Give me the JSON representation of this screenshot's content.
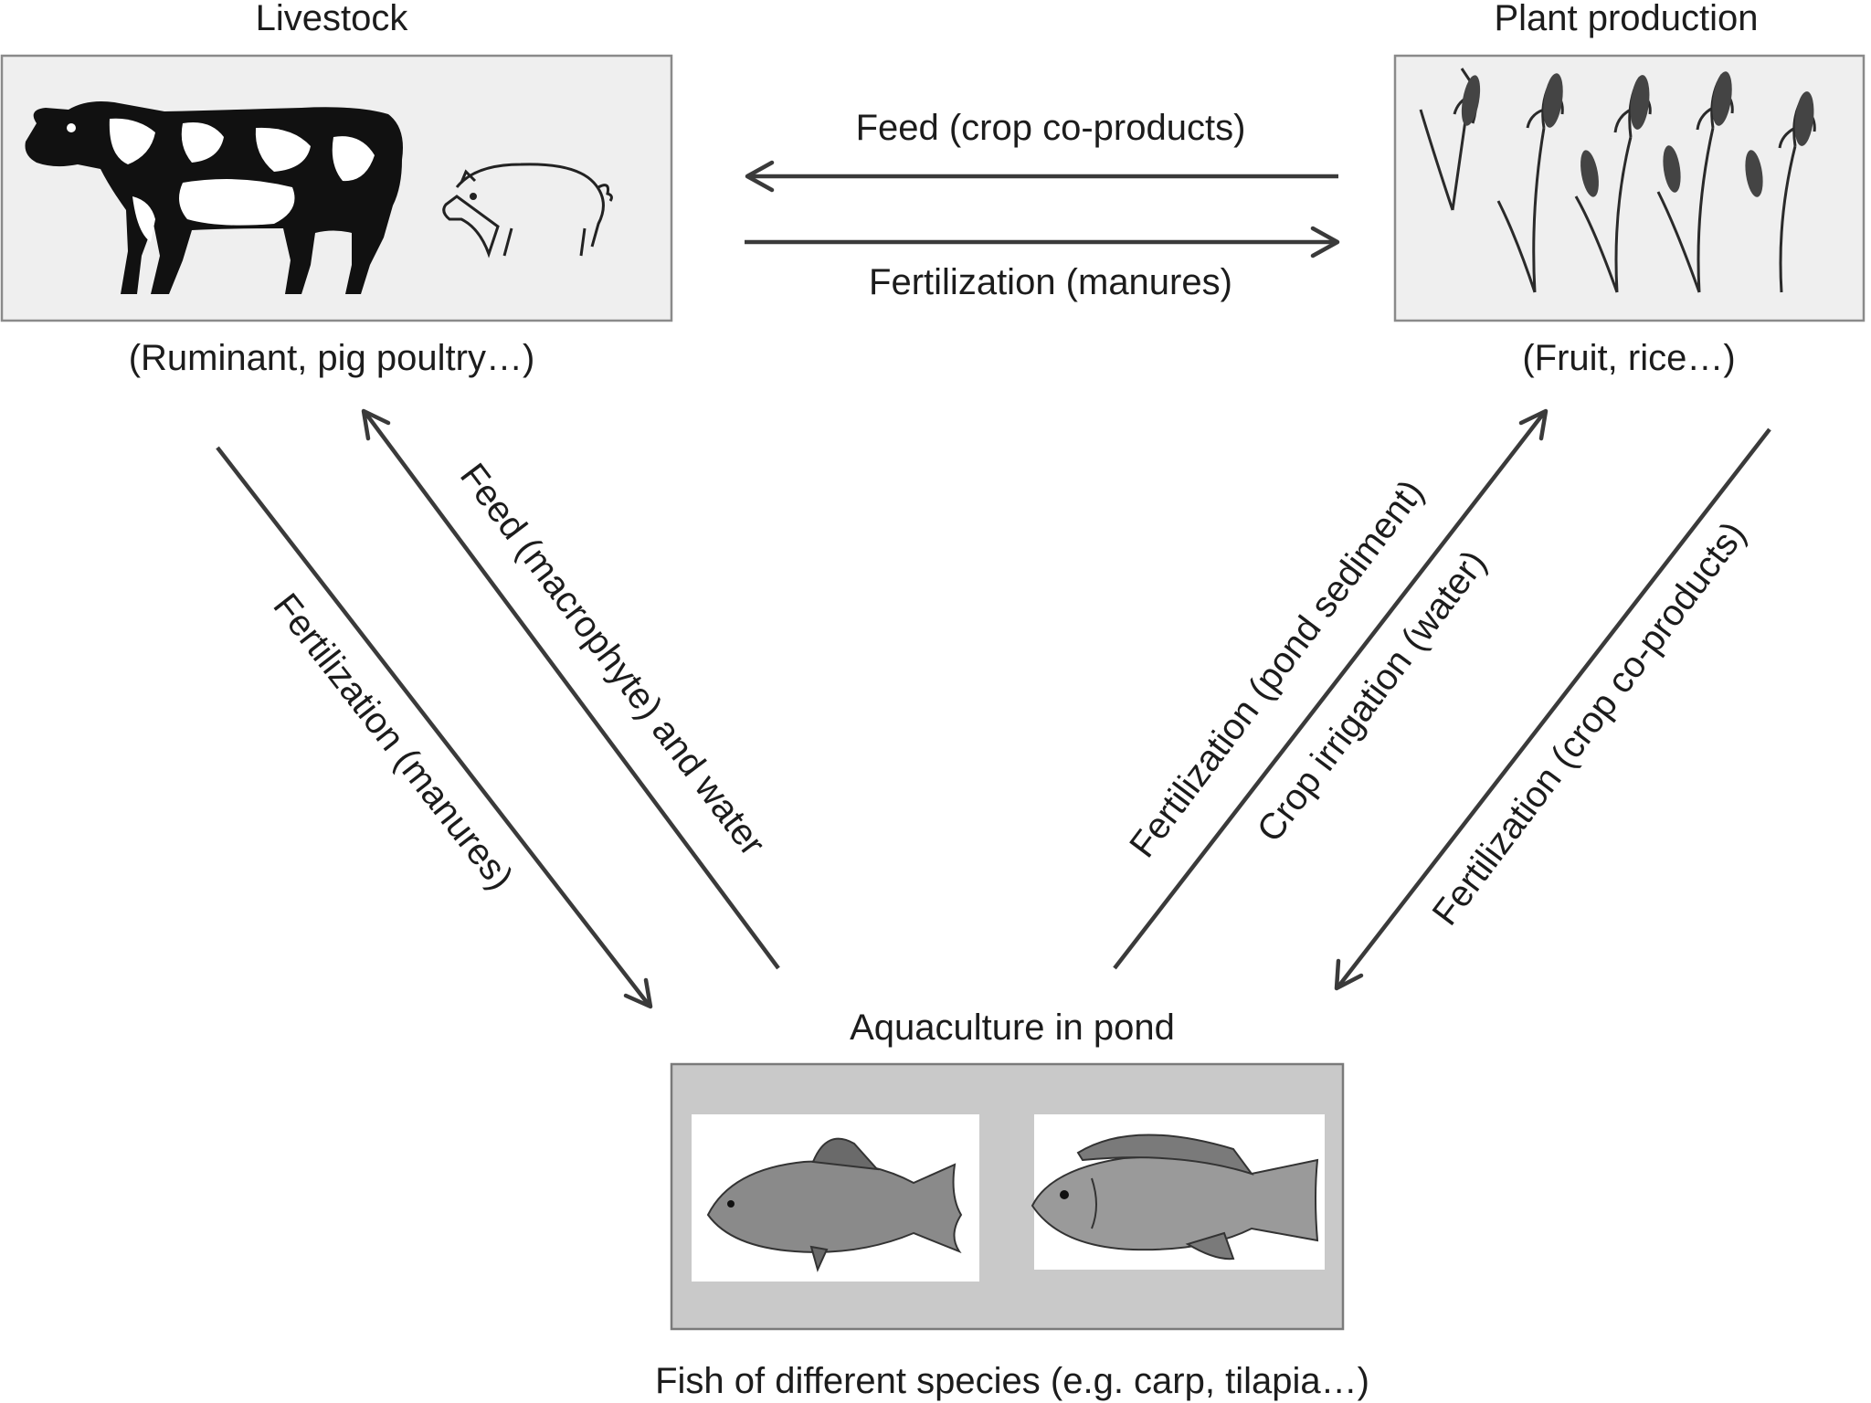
{
  "nodes": {
    "livestock": {
      "title": "Livestock",
      "subtitle": "(Ruminant, pig poultry…)"
    },
    "plant": {
      "title": "Plant production",
      "subtitle": "(Fruit, rice…)"
    },
    "aquaculture": {
      "title": "Aquaculture in pond",
      "subtitle": "Fish of different species (e.g. carp, tilapia…)"
    }
  },
  "edges": {
    "plant_to_livestock": "Feed (crop co-products)",
    "livestock_to_plant": "Fertilization (manures)",
    "livestock_to_aquaculture": "Fertilization (manures)",
    "aquaculture_to_livestock": "Feed (macrophyte) and water",
    "aquaculture_to_plant_1": "Fertilization (pond sediment)",
    "aquaculture_to_plant_2": "Crop irrigation (water)",
    "plant_to_aquaculture": "Fertilization (crop co-products)"
  },
  "icons": [
    "cow-icon",
    "pig-icon",
    "wheat-icon",
    "carp-icon",
    "tilapia-icon"
  ],
  "colors": {
    "box_light": "#efefef",
    "box_dark": "#c9c9c9",
    "arrow": "#3a3a3a",
    "text": "#1c1c1c"
  }
}
